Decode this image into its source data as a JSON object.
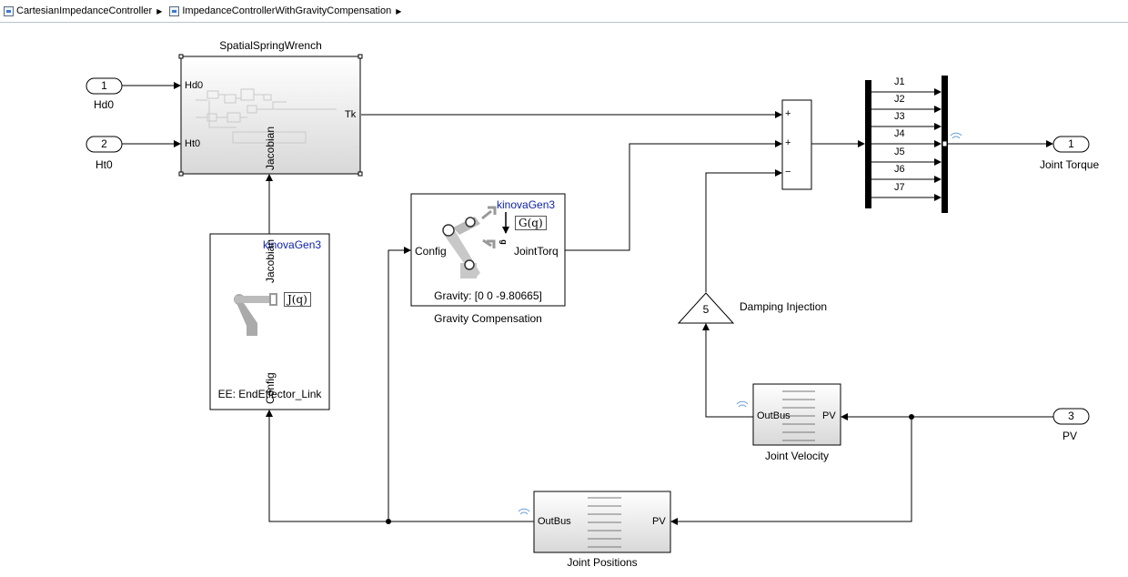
{
  "breadcrumb": {
    "items": [
      "CartesianImpedanceController",
      "ImpedanceControllerWithGravityCompensation"
    ]
  },
  "inports": [
    {
      "number": "1",
      "label": "Hd0"
    },
    {
      "number": "2",
      "label": "Ht0"
    },
    {
      "number": "3",
      "label": "PV"
    }
  ],
  "outport": {
    "number": "1",
    "label": "Joint Torque"
  },
  "blocks": {
    "spatial_spring": {
      "title": "SpatialSpringWrench",
      "in1": "Hd0",
      "in2": "Ht0",
      "out": "Tk",
      "bottom_port": "Jacobian"
    },
    "jacobian": {
      "robot": "kinovaGen3",
      "top_port": "Jacobian",
      "bottom_port": "Config",
      "symbol": "J(q)",
      "caption": "EE: EndEffector_Link"
    },
    "gravity": {
      "robot": "kinovaGen3",
      "in": "Config",
      "out": "JointTorq",
      "symbol": "G(q)",
      "g_label": "g",
      "caption": "Gravity: [0 0 -9.80665]",
      "title": "Gravity Compensation"
    },
    "sum": {
      "signs": [
        "+",
        "+",
        "−"
      ]
    },
    "gain": {
      "value": "5",
      "title": "Damping Injection"
    },
    "demux": {
      "outputs": [
        "J1",
        "J2",
        "J3",
        "J4",
        "J5",
        "J6",
        "J7"
      ]
    },
    "joint_velocity": {
      "in": "PV",
      "out": "OutBus",
      "title": "Joint Velocity"
    },
    "joint_positions": {
      "in": "PV",
      "out": "OutBus",
      "title": "Joint Positions"
    }
  }
}
